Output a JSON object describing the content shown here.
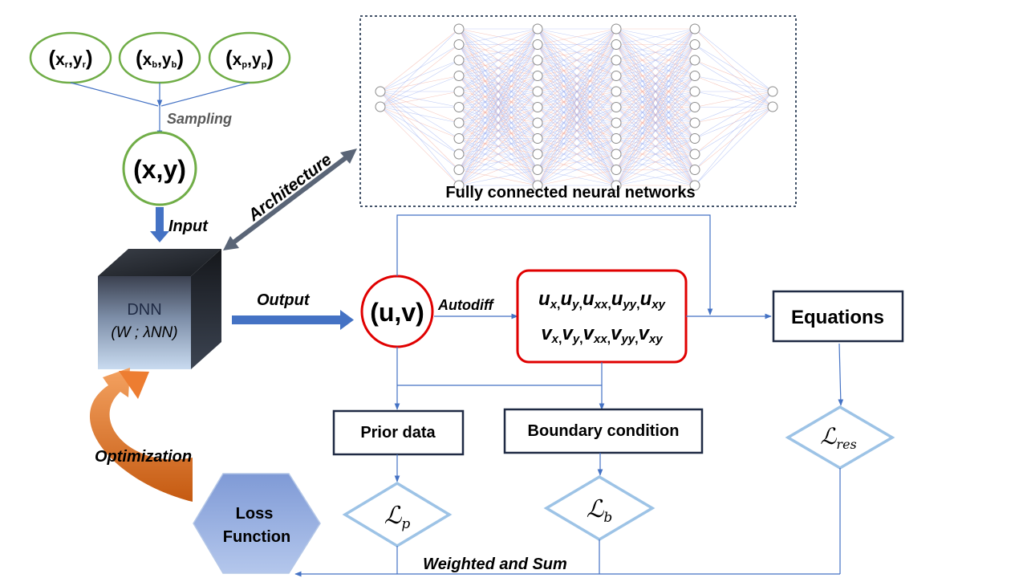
{
  "inputs": {
    "residual": {
      "x": "x",
      "x_sub": "r",
      "y": "y",
      "y_sub": "r"
    },
    "boundary": {
      "x": "x",
      "x_sub": "b",
      "y": "y",
      "y_sub": "b"
    },
    "prior": {
      "x": "x",
      "x_sub": "p",
      "y": "y",
      "y_sub": "p"
    },
    "open_paren": "(",
    "comma": ",",
    "close_paren": ")"
  },
  "sampling_label": "Sampling",
  "xy_node": "(x,y)",
  "input_label": "Input",
  "architecture_label": "Architecture",
  "network_caption": "Fully connected neural networks",
  "dnn": {
    "name": "DNN",
    "params": "(W ; λNN)"
  },
  "output_label": "Output",
  "uv_node": "(u,v)",
  "autodiff_label": "Autodiff",
  "derivatives": {
    "row1": [
      {
        "base": "u",
        "sub": "x"
      },
      {
        "base": "u",
        "sub": "y"
      },
      {
        "base": "u",
        "sub": "xx"
      },
      {
        "base": "u",
        "sub": "yy"
      },
      {
        "base": "u",
        "sub": "xy"
      }
    ],
    "row2": [
      {
        "base": "v",
        "sub": "x"
      },
      {
        "base": "v",
        "sub": "y"
      },
      {
        "base": "v",
        "sub": "xx"
      },
      {
        "base": "v",
        "sub": "yy"
      },
      {
        "base": "v",
        "sub": "xy"
      }
    ],
    "separator": ","
  },
  "equations_label": "Equations",
  "prior_data_label": "Prior data",
  "boundary_condition_label": "Boundary condition",
  "losses": {
    "script": "ℒ",
    "p": "p",
    "b": "b",
    "res": "res"
  },
  "loss_function_label": {
    "line1": "Loss",
    "line2": "Function"
  },
  "optimization_label": "Optimization",
  "weighted_sum_label": "Weighted and Sum",
  "network": {
    "layers": [
      2,
      11,
      11,
      11,
      11,
      2
    ],
    "edge_colors": [
      "#8fa6f0",
      "#f0a090"
    ]
  },
  "colors": {
    "flow": "#4472c4",
    "input_ellipse": "#70ad47",
    "uv_circle": "#e00000",
    "dark_box": "#1f2a44",
    "loss_diamond": "#9dc3e6",
    "loss_hexagon": "#8fa9dc",
    "optimization_arrow": "#ed7d31",
    "architecture_arrow": "#5a6577",
    "network_border": "#44546a"
  }
}
